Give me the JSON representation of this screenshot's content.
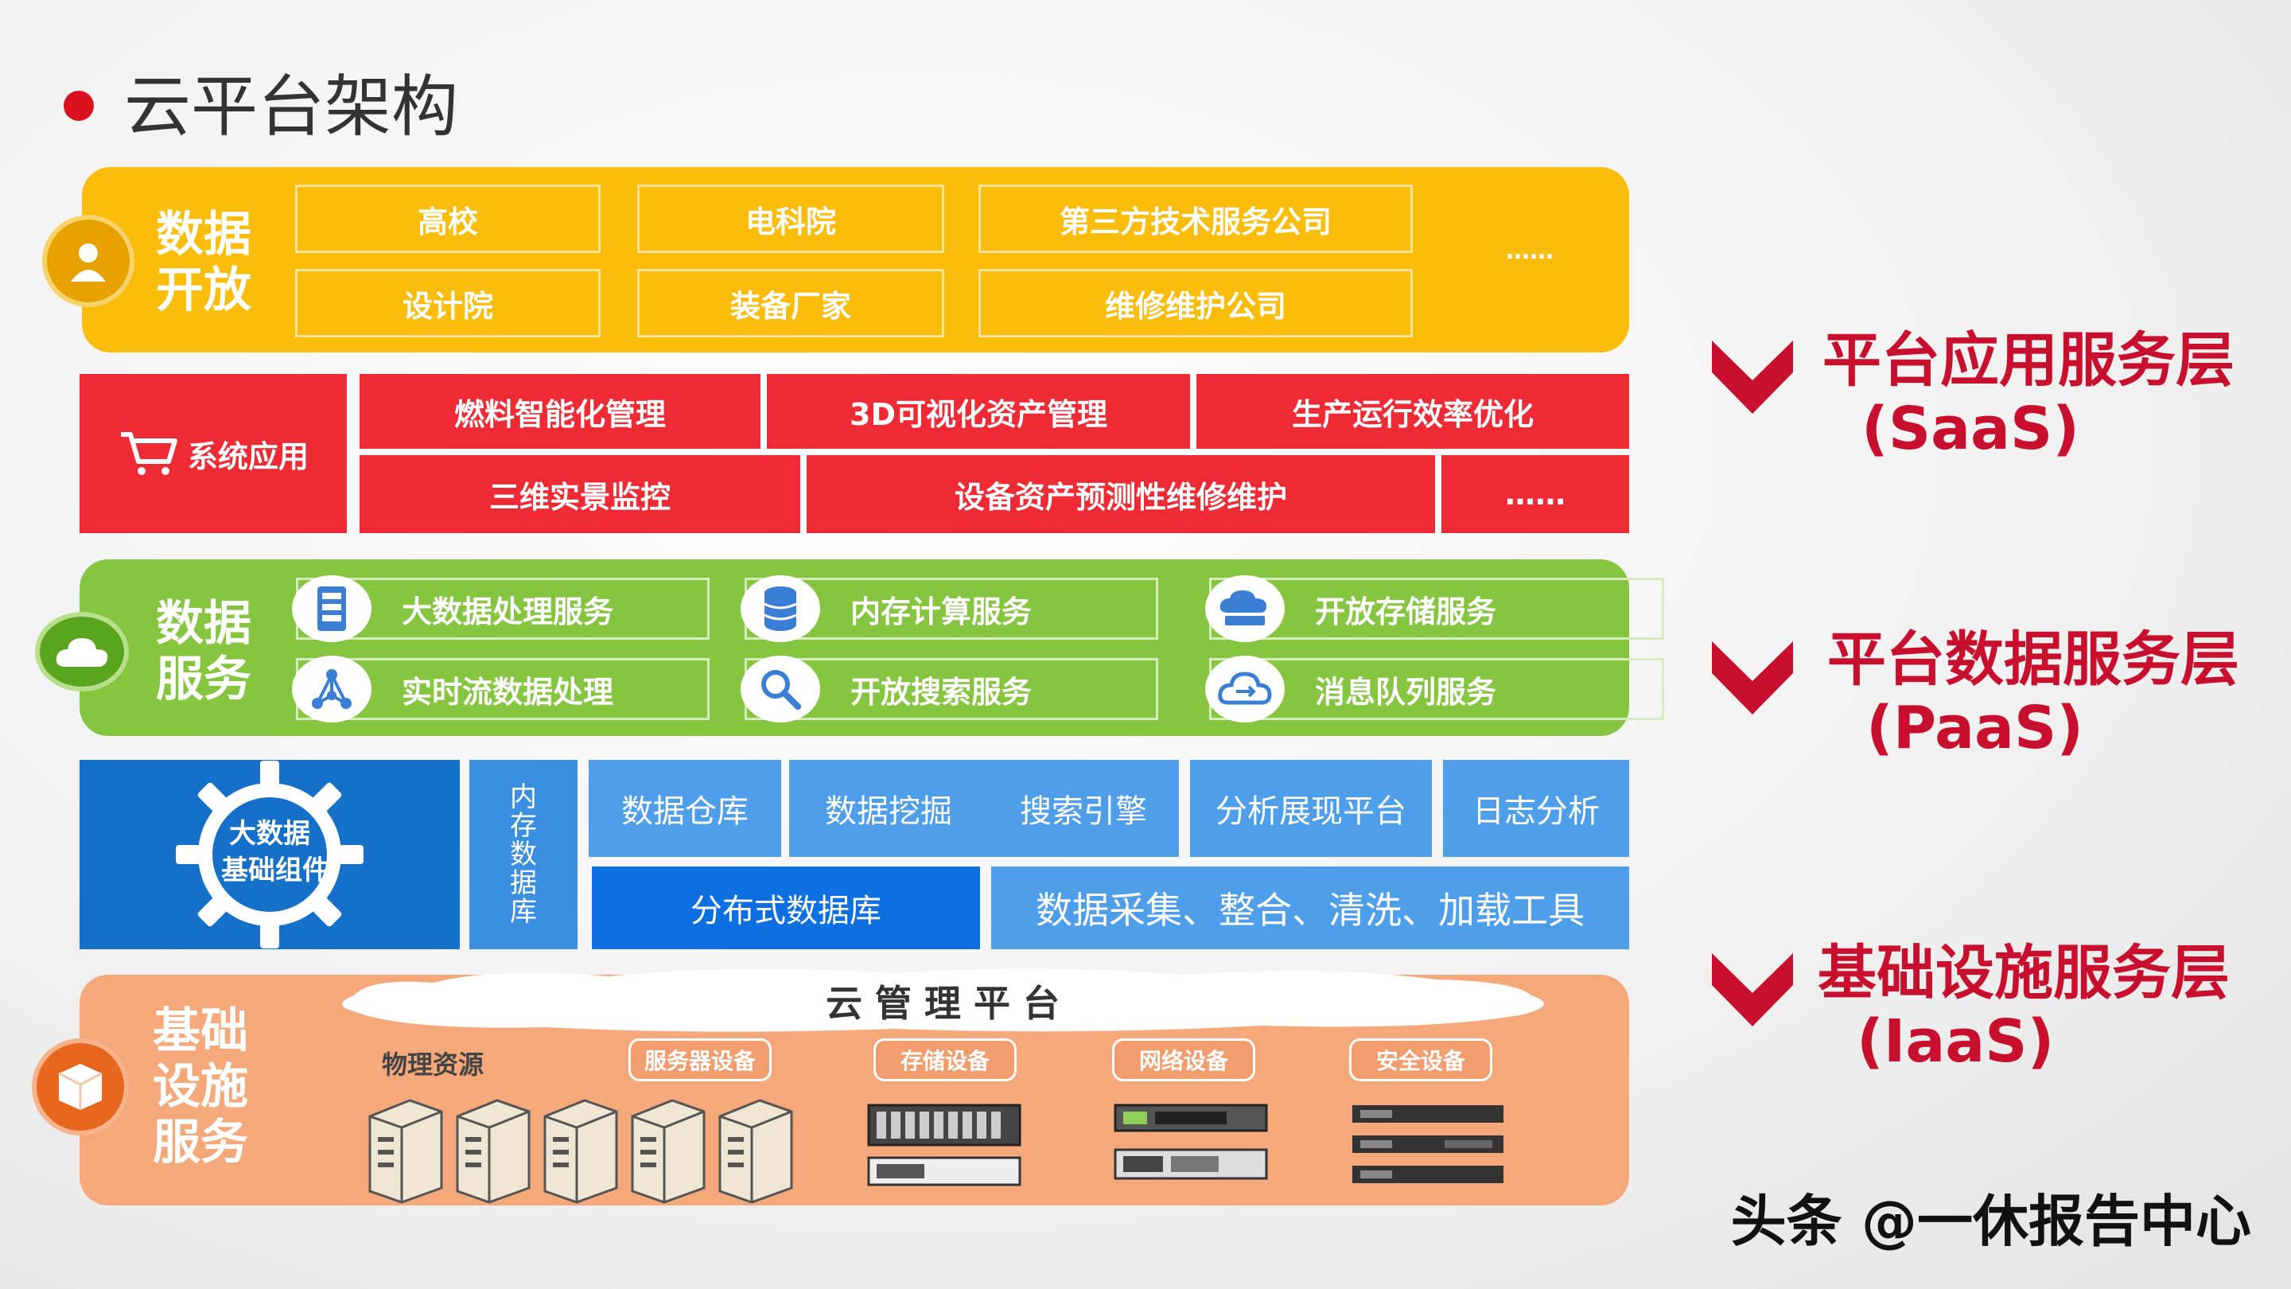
{
  "title": "云平台架构",
  "layer_open": {
    "label": "数据\n开放",
    "items": [
      "高校",
      "电科院",
      "第三方技术服务公司",
      "设计院",
      "装备厂家",
      "维修维护公司"
    ],
    "more": "……",
    "icon": "person-icon"
  },
  "layer_app": {
    "label": "系统应用",
    "icon": "cart-icon",
    "row1": [
      "燃料智能化管理",
      "3D可视化资产管理",
      "生产运行效率优化"
    ],
    "row2": [
      "三维实景监控",
      "设备资产预测性维修维护",
      "……"
    ]
  },
  "layer_data": {
    "label": "数据\n服务",
    "icon": "cloud-icon",
    "services": [
      {
        "label": "大数据处理服务",
        "icon": "server-icon"
      },
      {
        "label": "内存计算服务",
        "icon": "database-icon"
      },
      {
        "label": "开放存储服务",
        "icon": "cloud-storage-icon"
      },
      {
        "label": "实时流数据处理",
        "icon": "network-icon"
      },
      {
        "label": "开放搜索服务",
        "icon": "search-icon"
      },
      {
        "label": "消息队列服务",
        "icon": "cloud-sync-icon"
      }
    ]
  },
  "layer_bigdata": {
    "gear_label": "大数据\n基础组件",
    "memory_db": "内\n存\n数\n据\n库",
    "row1": [
      "数据仓库",
      "数据挖掘",
      "搜索引擎",
      "分析展现平台",
      "日志分析"
    ],
    "row2": [
      "分布式数据库",
      "数据采集、整合、清洗、加载工具"
    ]
  },
  "layer_infra": {
    "label": "基础\n设施\n服务",
    "cloud_title": "云 管 理 平 台",
    "physical": "物理资源",
    "devices": [
      "服务器设备",
      "存储设备",
      "网络设备",
      "安全设备"
    ]
  },
  "right_labels": [
    {
      "name": "平台应用服务层",
      "abbr": "(SaaS)"
    },
    {
      "name": "平台数据服务层",
      "abbr": "(PaaS)"
    },
    {
      "name": "基础设施服务层",
      "abbr": "(IaaS)"
    }
  ],
  "footer": "头条 @一休报告中心",
  "colors": {
    "open": "#fbbd0c",
    "app": "#ee2b35",
    "data": "#86c540",
    "bigdata": "#1a6fc6",
    "infra": "#f5a97a",
    "accent": "#c8102e"
  }
}
